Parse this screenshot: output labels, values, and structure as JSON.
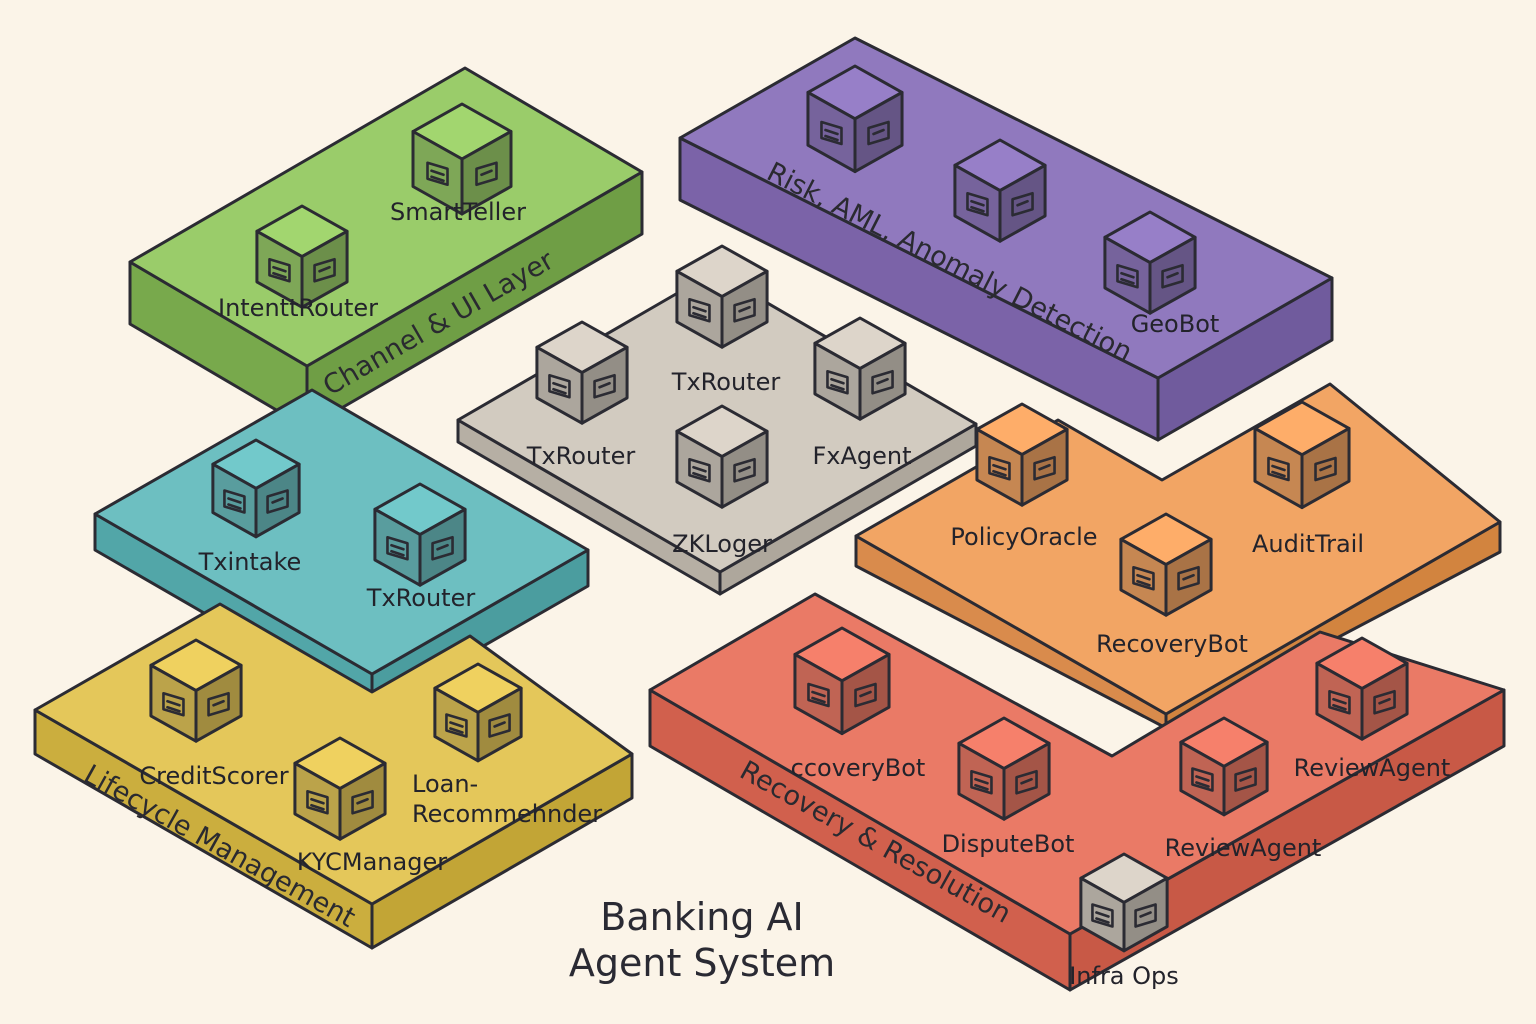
{
  "title": {
    "line1": "Banking AI",
    "line2": "Agent System"
  },
  "colors": {
    "background": "#fbf4e8",
    "outline": "#2b2b33",
    "green": "#9acc6a",
    "purple": "#9079be",
    "gray": "#d2cbc0",
    "teal": "#6dbfc1",
    "orange": "#f2a564",
    "yellow": "#e4c75a",
    "red": "#ea7a66"
  },
  "platforms": {
    "channel": {
      "label": "Channel & UI Layer"
    },
    "risk": {
      "label": "Risk, AML, Anomaly Detection"
    },
    "lifecycle": {
      "label": "Lifecycle Management"
    },
    "recovery": {
      "label": "Recovery & Resolution"
    }
  },
  "agents": {
    "smartteller": {
      "label": "SmartTeller",
      "icon": "person-network-icon"
    },
    "intentrouter": {
      "label": "IntenttRouter",
      "icon": "document-arrow-icon"
    },
    "risk_chart": {
      "label": "",
      "icon": "bar-chart-icon"
    },
    "risk_graph": {
      "label": "",
      "icon": "node-graph-icon"
    },
    "geobot": {
      "label": "GeoBot",
      "icon": "location-pin-icon"
    },
    "core_txrouter_left": {
      "label": "TxRouter",
      "icon": "route-arrows-icon"
    },
    "core_txrouter_top": {
      "label": "TxRouter",
      "icon": "split-arrows-icon"
    },
    "core_fxagent": {
      "label": "FxAgent",
      "icon": "currency-clock-icon"
    },
    "core_zklogger": {
      "label": "ZKLoger",
      "icon": "ledger-icon"
    },
    "txintake": {
      "label": "Txintake",
      "icon": "card-intake-icon"
    },
    "txrouter_teal": {
      "label": "TxRouter",
      "icon": "forward-arrow-icon"
    },
    "policyoracle": {
      "label": "PolicyOracle",
      "icon": "shield-eye-icon"
    },
    "audittrail": {
      "label": "AuditTrail",
      "icon": "trail-icon"
    },
    "recoverybot_orange": {
      "label": "RecoveryBot",
      "icon": "recovery-icon"
    },
    "creditscorer": {
      "label": "CreditScorer",
      "icon": "dollar-coins-icon"
    },
    "kycmanager": {
      "label": "KYCManager",
      "icon": "trend-id-icon"
    },
    "loan_recommender": {
      "label_line1": "Loan-",
      "label_line2": "Recommehnder",
      "icon": "checklist-icon"
    },
    "ccoverybot": {
      "label": "ccoveryBot",
      "icon": "document-stack-icon"
    },
    "disputebot": {
      "label": "DisputeBot",
      "icon": "dispute-document-icon"
    },
    "reviewagent_top": {
      "label": "ReviewAgent",
      "icon": "reviewer-icon"
    },
    "reviewagent_mid": {
      "label": "ReviewAgent",
      "icon": "bug-list-icon"
    },
    "infraops": {
      "label": "Infra Ops",
      "icon": "gear-cloud-icon"
    }
  }
}
